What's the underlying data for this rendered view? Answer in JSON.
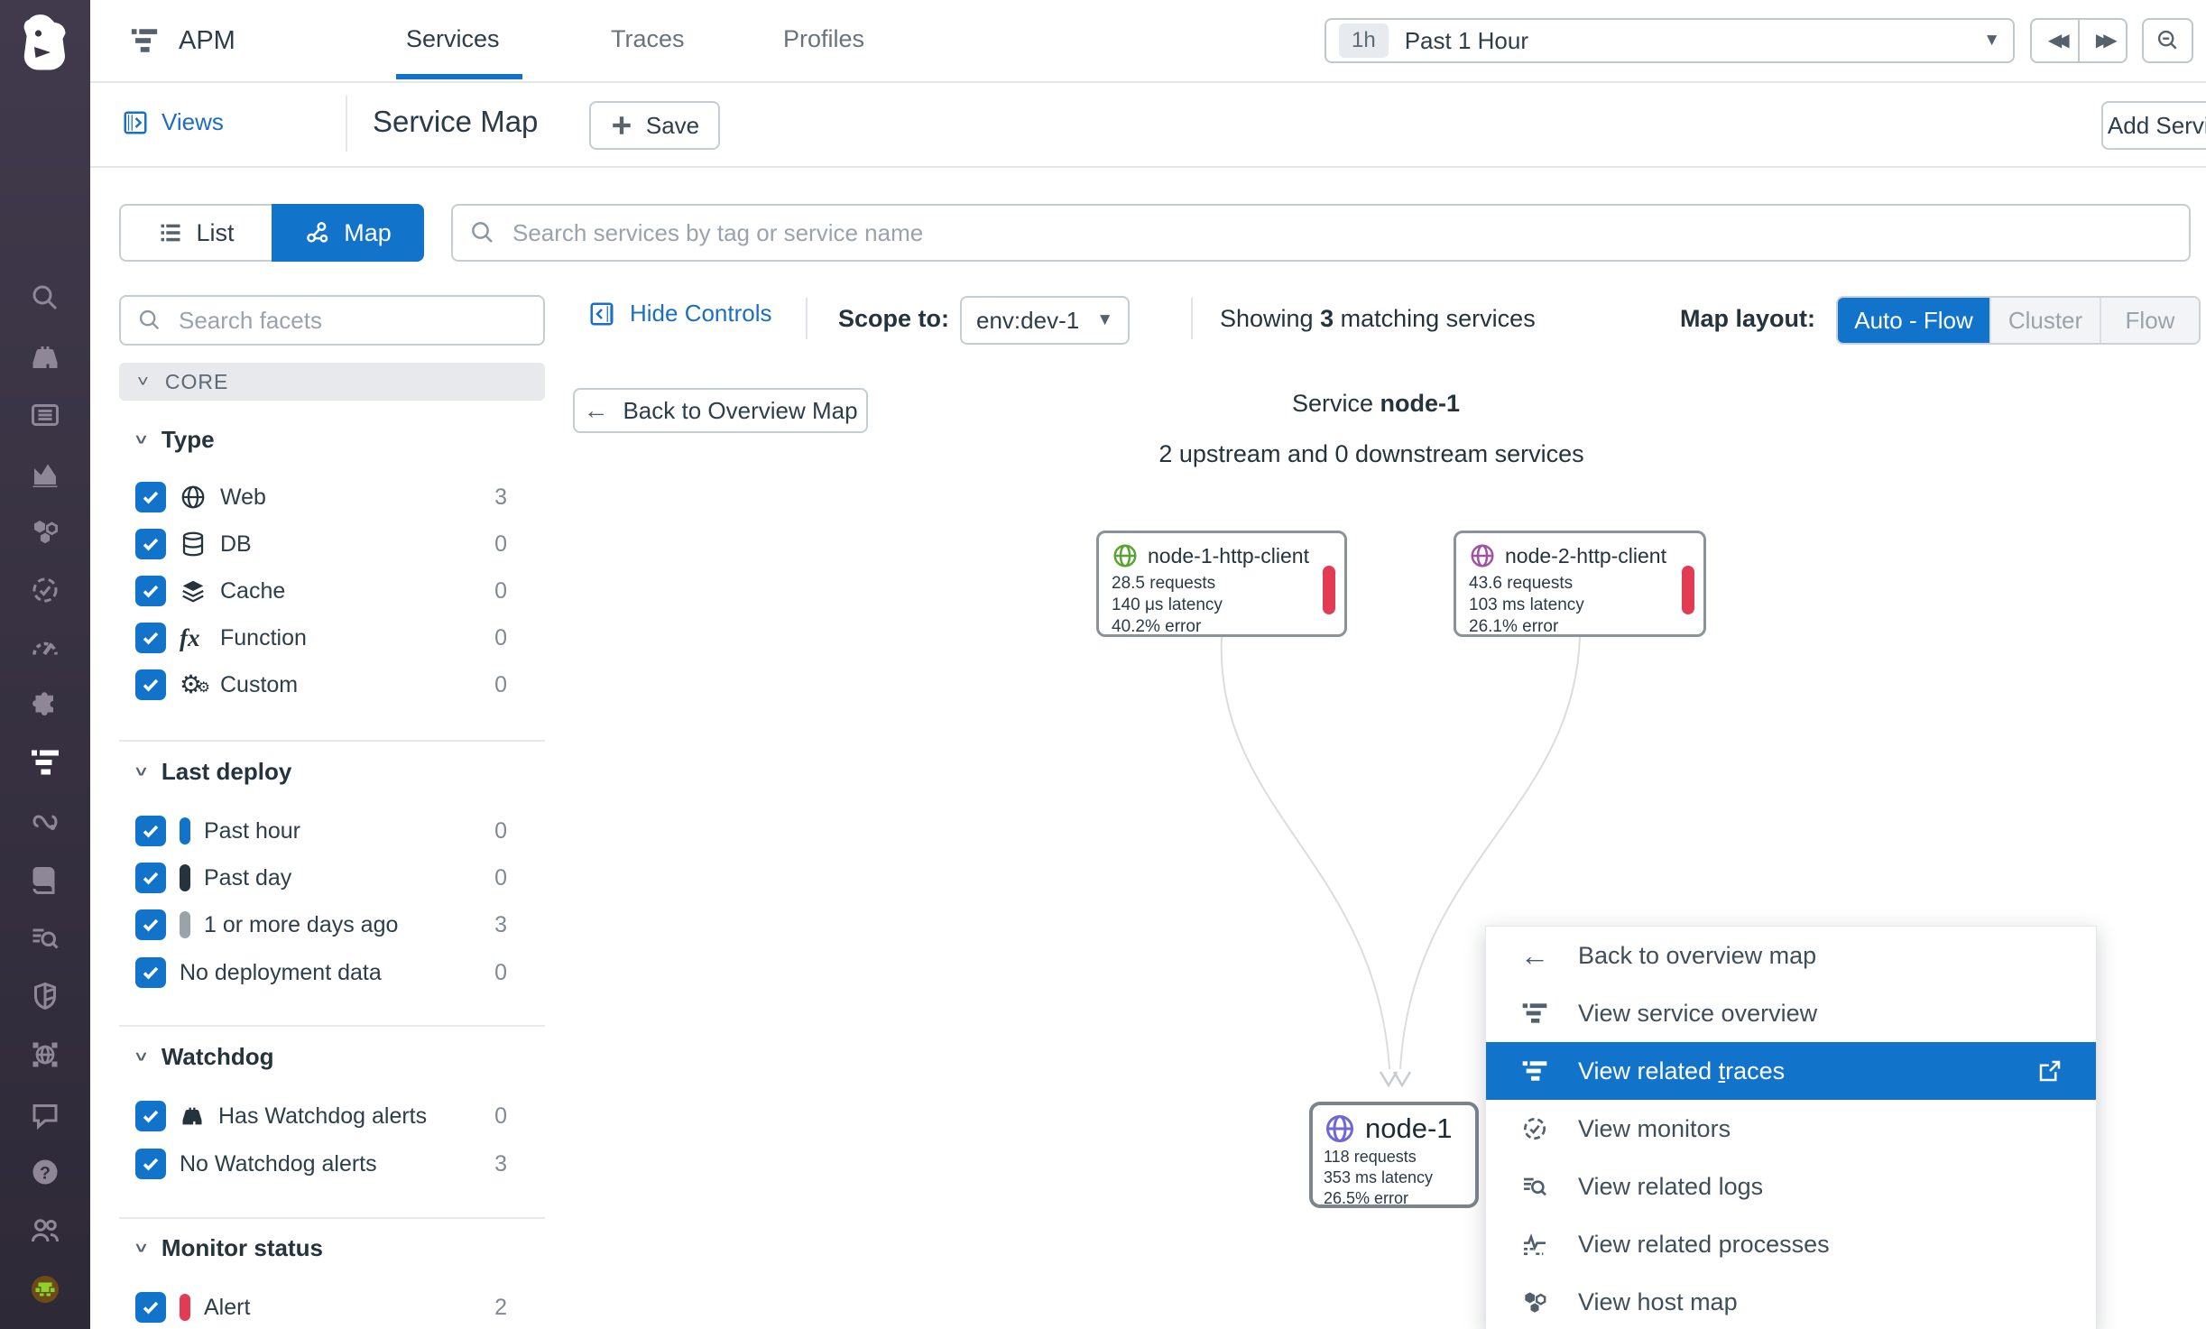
{
  "colors": {
    "accent_blue": "#1173c9",
    "link_blue": "#1b6ec5",
    "alert_red": "#e23c55",
    "rail_bg": "#352f40",
    "text_dark": "#2d3e49",
    "text_muted": "#7f8a94",
    "border_gray": "#c6ccd3",
    "web_green": "#5aa332",
    "web_magenta": "#a0549f",
    "web_purple": "#6f66d9"
  },
  "rail": {
    "icons": [
      "datadog-logo",
      "search",
      "watchdog",
      "events",
      "metrics",
      "infrastructure",
      "monitors",
      "dashboards",
      "integrations",
      "apm-active",
      "synthetics",
      "notebooks",
      "logs",
      "security",
      "network",
      "feedback",
      "help",
      "organization",
      "user-avatar"
    ]
  },
  "nav": {
    "apm_label": "APM",
    "tabs": [
      {
        "label": "Services",
        "active": true
      },
      {
        "label": "Traces",
        "active": false
      },
      {
        "label": "Profiles",
        "active": false
      }
    ],
    "time": {
      "badge": "1h",
      "label": "Past 1 Hour"
    }
  },
  "header": {
    "views_label": "Views",
    "title": "Service Map",
    "save_label": "Save",
    "add_service_label": "Add Service"
  },
  "toolbar": {
    "list_label": "List",
    "map_label": "Map",
    "search_placeholder": "Search services by tag or service name"
  },
  "controls": {
    "hide_label": "Hide Controls",
    "scope_label": "Scope to:",
    "scope_value": "env:dev-1",
    "showing_pre": "Showing ",
    "showing_count": "3",
    "showing_post": " matching services",
    "layout_label": "Map layout:",
    "layouts": [
      "Auto - Flow",
      "Cluster",
      "Flow"
    ],
    "active_layout": "Auto - Flow"
  },
  "facets": {
    "search_placeholder": "Search facets",
    "core_label": "CORE",
    "sections": [
      {
        "title": "Type",
        "items": [
          {
            "label": "Web",
            "count": "3",
            "icon": "globe"
          },
          {
            "label": "DB",
            "count": "0",
            "icon": "database"
          },
          {
            "label": "Cache",
            "count": "0",
            "icon": "layers"
          },
          {
            "label": "Function",
            "count": "0",
            "icon": "fx"
          },
          {
            "label": "Custom",
            "count": "0",
            "icon": "gears"
          }
        ]
      },
      {
        "title": "Last deploy",
        "items": [
          {
            "label": "Past hour",
            "count": "0",
            "icon": "pill-blue"
          },
          {
            "label": "Past day",
            "count": "0",
            "icon": "pill-dark"
          },
          {
            "label": "1 or more days ago",
            "count": "3",
            "icon": "pill-gray"
          },
          {
            "label": "No deployment data",
            "count": "0",
            "icon": "none"
          }
        ]
      },
      {
        "title": "Watchdog",
        "items": [
          {
            "label": "Has Watchdog alerts",
            "count": "0",
            "icon": "binoculars"
          },
          {
            "label": "No Watchdog alerts",
            "count": "3",
            "icon": "none"
          }
        ]
      },
      {
        "title": "Monitor status",
        "items": [
          {
            "label": "Alert",
            "count": "2",
            "icon": "pill-red"
          }
        ]
      }
    ]
  },
  "map": {
    "back_button": "Back to Overview Map",
    "header_pre": "Service ",
    "header_name": "node-1",
    "subtitle": "2 upstream and 0 downstream services",
    "nodes": [
      {
        "name": "node-1-http-client",
        "requests": "28.5 requests",
        "latency": "140 μs latency",
        "error": "40.2% error",
        "type_color": "#5aa332",
        "alert": true
      },
      {
        "name": "node-2-http-client",
        "requests": "43.6 requests",
        "latency": "103 ms latency",
        "error": "26.1% error",
        "type_color": "#a0549f",
        "alert": true
      },
      {
        "name": "node-1",
        "requests": "118 requests",
        "latency": "353 ms latency",
        "error": "26.5% error",
        "type_color": "#6f66d9",
        "alert": false
      }
    ]
  },
  "menu": {
    "items": [
      {
        "label": "Back to overview map",
        "icon": "arrow-left"
      },
      {
        "label": "View service overview",
        "icon": "apm-bars"
      },
      {
        "label_pre": "View related ",
        "hotkey": "t",
        "label_post": "races",
        "icon": "apm-bars",
        "selected": true,
        "external": true
      },
      {
        "label": "View monitors",
        "icon": "monitor"
      },
      {
        "label": "View related logs",
        "icon": "logs"
      },
      {
        "label": "View related processes",
        "icon": "processes"
      },
      {
        "label": "View host map",
        "icon": "hostmap"
      }
    ]
  }
}
